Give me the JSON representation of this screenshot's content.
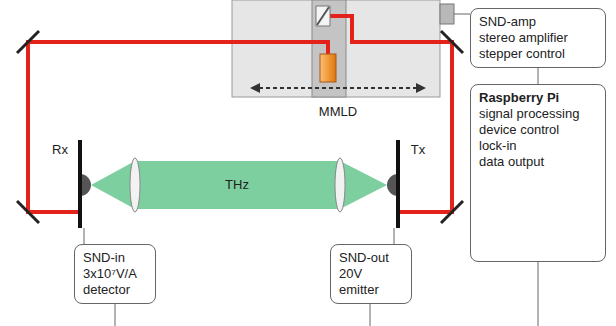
{
  "diagram": {
    "nodes": [
      {
        "text": [
          "SND-amp",
          "stereo amplifier",
          "stepper control"
        ]
      },
      {
        "text": [
          "Raspberry Pi",
          "signal processing",
          "device control",
          "lock-in",
          "data output"
        ]
      },
      {
        "text": [
          "SND-in",
          "3x10⁷V/A",
          "detector"
        ]
      },
      {
        "text": [
          "SND-out",
          "20V",
          "emitter"
        ]
      }
    ],
    "edges": [
      {
        "from": 0,
        "to": 1,
        "arrow": "none"
      }
    ],
    "labels": [
      "MMLD",
      "THz",
      "Rx",
      "Tx"
    ]
  }
}
